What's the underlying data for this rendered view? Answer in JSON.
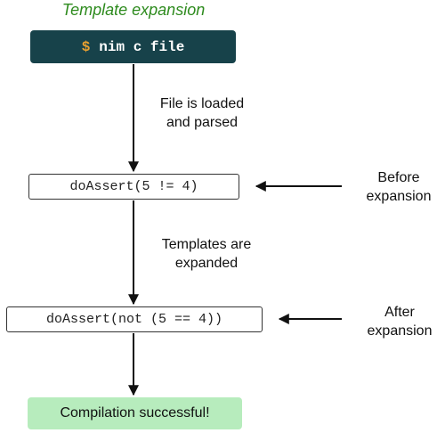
{
  "title": "Template expansion",
  "command": {
    "prompt": "$",
    "text": "nim c file"
  },
  "steps": {
    "loaded": "File is loaded\nand parsed",
    "expanded": "Templates are\nexpanded"
  },
  "code": {
    "before": "doAssert(5 != 4)",
    "after": "doAssert(not (5 == 4))"
  },
  "annotations": {
    "before": "Before\nexpansion",
    "after": "After\nexpansion"
  },
  "result": "Compilation successful!",
  "colors": {
    "title": "#2e8b1e",
    "command_bg": "#17424a",
    "prompt": "#e8a030",
    "success_bg": "#b7ecbd"
  }
}
